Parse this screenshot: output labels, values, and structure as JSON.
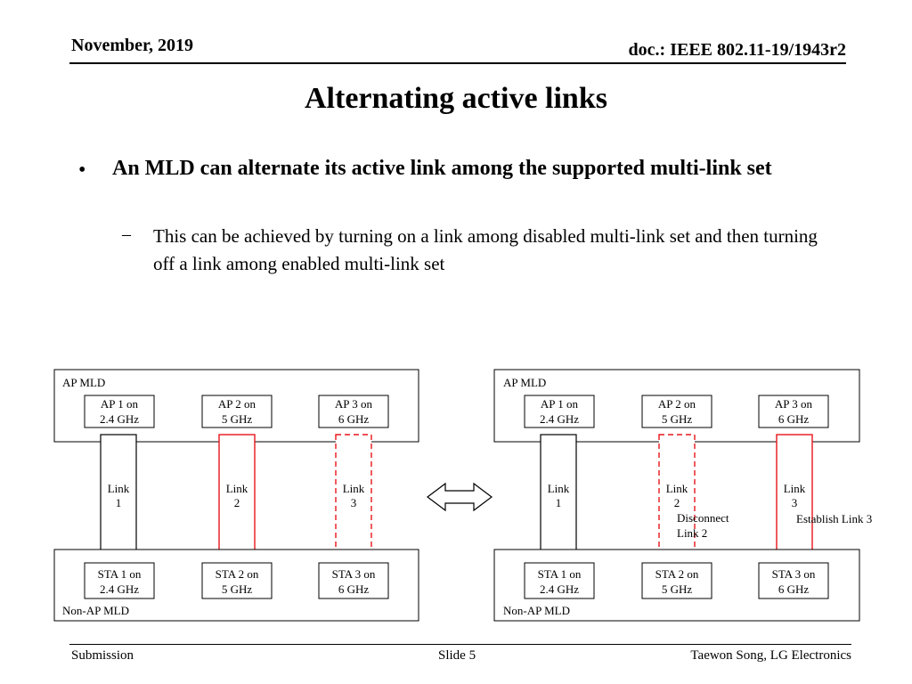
{
  "header": {
    "date": "November, 2019",
    "doc_id": "doc.: IEEE 802.11-19/1943r2"
  },
  "slide": {
    "title": "Alternating active links",
    "bullet_marker": "•",
    "bullet": "An MLD can alternate its active link among the supported multi-link set",
    "sub_marker": "–",
    "sub_bullet": "This can be achieved by turning on a link among disabled multi-link set and then turning off a link among enabled multi-link set"
  },
  "diagram": {
    "left": {
      "ap_mld_label": "AP MLD",
      "non_ap_mld_label": "Non-AP MLD",
      "aps": [
        {
          "line1": "AP 1 on",
          "line2": "2.4 GHz"
        },
        {
          "line1": "AP 2 on",
          "line2": "5 GHz"
        },
        {
          "line1": "AP 3 on",
          "line2": "6 GHz"
        }
      ],
      "stas": [
        {
          "line1": "STA 1 on",
          "line2": "2.4 GHz"
        },
        {
          "line1": "STA 2 on",
          "line2": "5 GHz"
        },
        {
          "line1": "STA 3 on",
          "line2": "6 GHz"
        }
      ],
      "links": [
        {
          "line1": "Link",
          "line2": "1",
          "color": "#000000",
          "style": "solid"
        },
        {
          "line1": "Link",
          "line2": "2",
          "color": "#e8151b",
          "style": "solid"
        },
        {
          "line1": "Link",
          "line2": "3",
          "color": "#e8151b",
          "style": "dashed"
        }
      ]
    },
    "right": {
      "ap_mld_label": "AP MLD",
      "non_ap_mld_label": "Non-AP MLD",
      "aps": [
        {
          "line1": "AP 1 on",
          "line2": "2.4 GHz"
        },
        {
          "line1": "AP 2 on",
          "line2": "5 GHz"
        },
        {
          "line1": "AP 3 on",
          "line2": "6 GHz"
        }
      ],
      "stas": [
        {
          "line1": "STA 1 on",
          "line2": "2.4 GHz"
        },
        {
          "line1": "STA 2 on",
          "line2": "5 GHz"
        },
        {
          "line1": "STA 3 on",
          "line2": "6 GHz"
        }
      ],
      "links": [
        {
          "line1": "Link",
          "line2": "1",
          "color": "#000000",
          "style": "solid"
        },
        {
          "line1": "Link",
          "line2": "2",
          "color": "#e8151b",
          "style": "dashed"
        },
        {
          "line1": "Link",
          "line2": "3",
          "color": "#e8151b",
          "style": "solid"
        }
      ],
      "annotation_disconnect": {
        "line1": "Disconnect",
        "line2": "Link 2"
      },
      "annotation_establish": "Establish Link 3"
    }
  },
  "footer": {
    "left": "Submission",
    "center": "Slide 5",
    "right": "Taewon Song, LG Electronics"
  }
}
